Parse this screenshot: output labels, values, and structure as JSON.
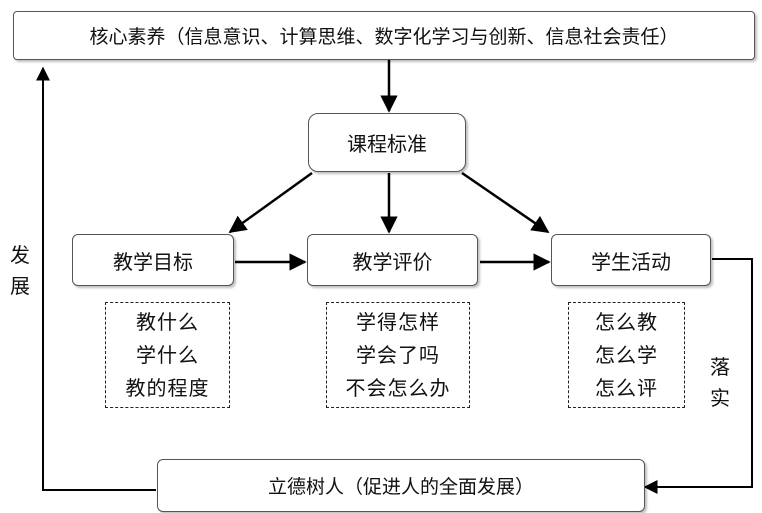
{
  "top": "核心素养（信息意识、计算思维、数字化学习与创新、信息社会责任）",
  "standard": "课程标准",
  "goal": "教学目标",
  "eval": "教学评价",
  "activity": "学生活动",
  "goal_items": [
    "教什么",
    "学什么",
    "教的程度"
  ],
  "eval_items": [
    "学得怎样",
    "学会了吗",
    "不会怎么办"
  ],
  "activity_items": [
    "怎么教",
    "怎么学",
    "怎么评"
  ],
  "bottom": "立德树人（促进人的全面发展）",
  "left_label": [
    "发",
    "展"
  ],
  "right_label": [
    "落",
    "实"
  ]
}
